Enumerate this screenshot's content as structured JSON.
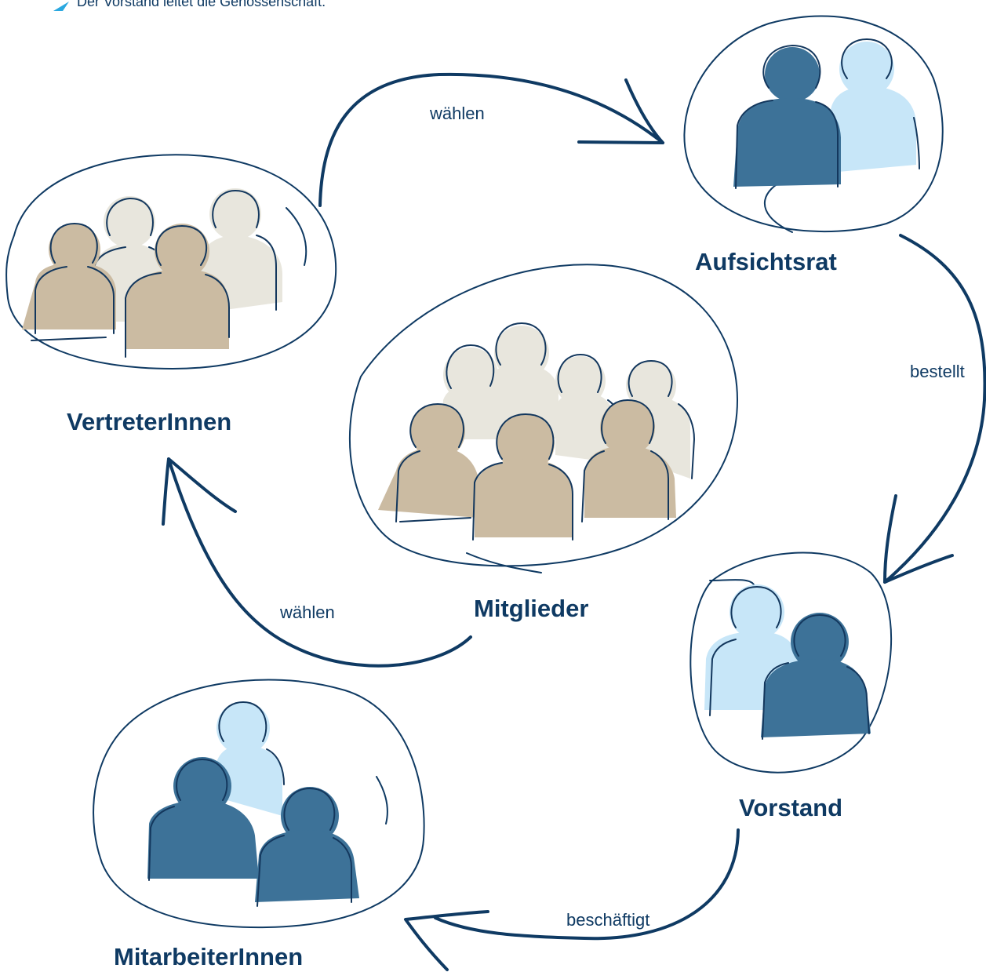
{
  "caption": "Der Vorstand leitet die Genossenschaft.",
  "colors": {
    "ink": "#0f3a63",
    "tan": "#cbbba2",
    "beige": "#e8e6dd",
    "light_blue": "#c7e6f8",
    "dark_blue": "#3d7298",
    "caption_marker": "#2aa8e0"
  },
  "groups": [
    {
      "id": "vertreterinnen",
      "label": "VertreterInnen"
    },
    {
      "id": "aufsichtsrat",
      "label": "Aufsichtsrat"
    },
    {
      "id": "mitglieder",
      "label": "Mitglieder"
    },
    {
      "id": "vorstand",
      "label": "Vorstand"
    },
    {
      "id": "mitarbeiterinnen",
      "label": "MitarbeiterInnen"
    }
  ],
  "relations": [
    {
      "id": "vertreter-aufsichtsrat",
      "label": "wählen"
    },
    {
      "id": "aufsichtsrat-vorstand",
      "label": "bestellt"
    },
    {
      "id": "mitglieder-vertreter",
      "label": "wählen"
    },
    {
      "id": "vorstand-mitarbeiter",
      "label": "beschäftigt"
    }
  ]
}
